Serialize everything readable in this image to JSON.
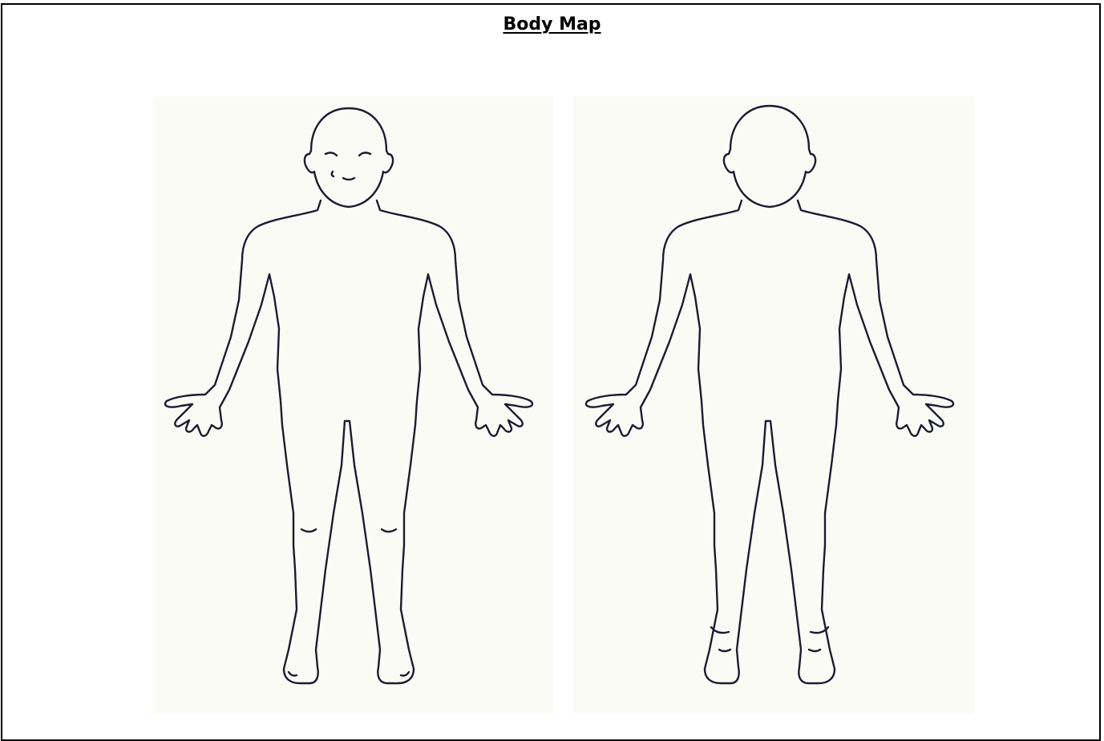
{
  "page": {
    "title": "Body Map"
  },
  "figures": [
    {
      "view": "front",
      "icon": "body-outline-front-icon"
    },
    {
      "view": "back",
      "icon": "body-outline-back-icon"
    }
  ]
}
